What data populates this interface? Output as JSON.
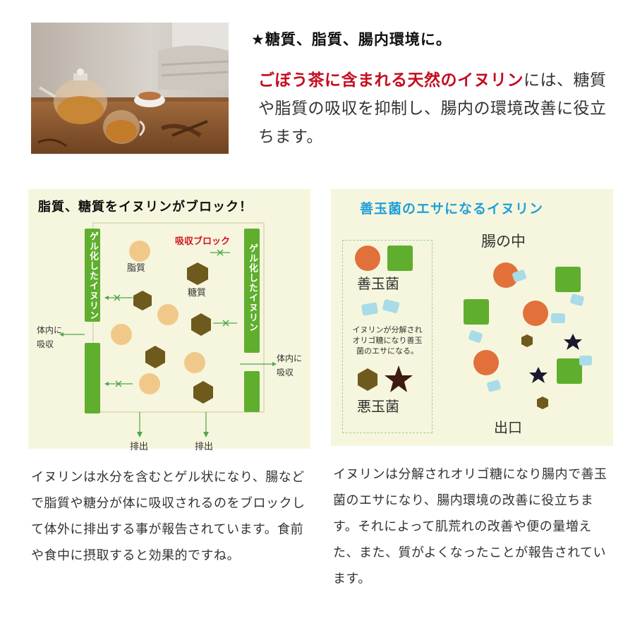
{
  "headline": "★糖質、脂質、腸内環境に。",
  "intro": {
    "highlight": "ごぼう茶に含まれる天然のイヌリン",
    "rest": "には、糖質や脂質の吸収を抑制し、腸内の環境改善に役立ちます。"
  },
  "left_panel": {
    "title": "脂質、糖質をイヌリンがブロック！",
    "gel_label": "ゲル化したイヌリン",
    "block_label": "吸収ブロック",
    "fat_label": "脂質",
    "sugar_label": "糖質",
    "absorb_in_label": "体内に\n吸収",
    "absorb_in_label_right": "体内に\n吸収",
    "excrete_labels": [
      "排出",
      "排出"
    ]
  },
  "right_panel": {
    "title": "善玉菌のエサになるイヌリン",
    "good_bacteria": "善玉菌",
    "bad_bacteria": "悪玉菌",
    "inulin_note": "イヌリンが分解され\nオリゴ糖になり善玉\n菌のエサになる。",
    "gut_inside": "腸の中",
    "exit": "出口"
  },
  "text_left": "イヌリンは水分を含むとゲル状になり、腸などで脂質や糖分が体に吸収されるのをブロックして体外に排出する事が報告されています。食前や食中に摂取すると効果的ですね。",
  "text_right": "イヌリンは分解されオリゴ糖になり腸内で善玉菌のエサになり、腸内環境の改善に役立ちます。それによって肌荒れの改善や便の量増えた、また、質がよくなったことが報告されています。",
  "colors": {
    "accent_red": "#c40d1e",
    "accent_blue": "#1fa0d8",
    "green": "#5fae2e",
    "orange": "#e2703a",
    "fat": "#f0c98a",
    "sugar": "#6e5a1c",
    "panel_bg": "#f6f6de"
  }
}
